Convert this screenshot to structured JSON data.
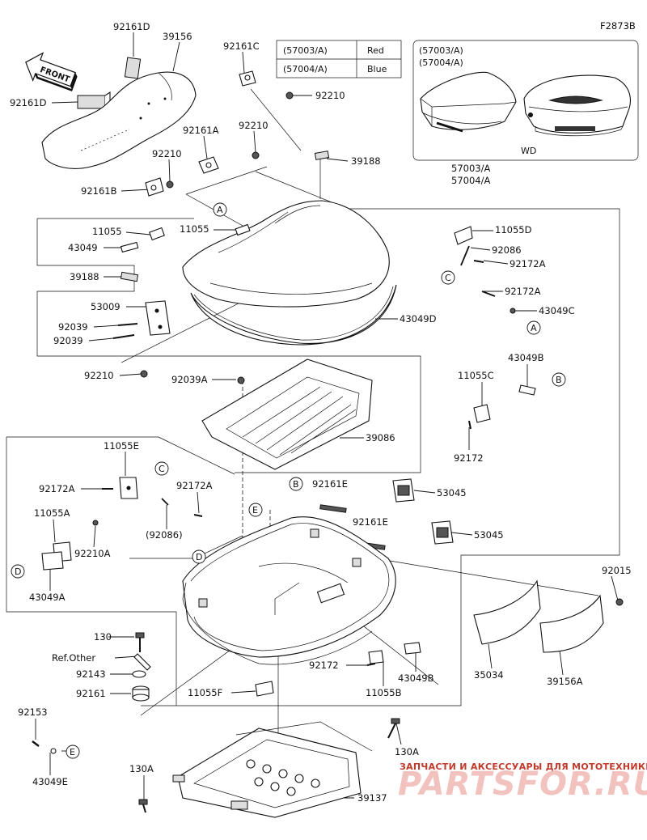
{
  "figure_id": "F2873B",
  "front_label": "FRONT",
  "color_table": [
    {
      "code": "(57003/A)",
      "color": "Red"
    },
    {
      "code": "(57004/A)",
      "color": "Blue"
    }
  ],
  "inset": {
    "code1": "(57003/A)",
    "code2": "(57004/A)",
    "caption": "WD"
  },
  "labels": {
    "p92161D_a": "92161D",
    "p39156": "39156",
    "p92161D_b": "92161D",
    "p92161C": "92161C",
    "p92210_a": "92210",
    "p92161A": "92161A",
    "p92210_b": "92210",
    "p92210_c": "92210",
    "p92161B": "92161B",
    "p39188_a": "39188",
    "p57003A": "57003/A",
    "p57004A": "57004/A",
    "p11055_a": "11055",
    "p11055_b": "11055",
    "p43049": "43049",
    "p11055D": "11055D",
    "p92086": "92086",
    "p92172A_a": "92172A",
    "p39188_b": "39188",
    "p92172A_b": "92172A",
    "p53009": "53009",
    "p43049C": "43049C",
    "p92039_a": "92039",
    "p92039_b": "92039",
    "p43049D": "43049D",
    "p92210_d": "92210",
    "p92039A": "92039A",
    "p43049B_a": "43049B",
    "p11055C": "11055C",
    "p39086": "39086",
    "p92172_a": "92172",
    "p11055E": "11055E",
    "p92172A_c": "92172A",
    "p92172A_d": "92172A",
    "p92086_paren": "(92086)",
    "p92161E_a": "92161E",
    "p53045_a": "53045",
    "p92161E_b": "92161E",
    "p53045_b": "53045",
    "p11055A": "11055A",
    "p92210A": "92210A",
    "p43049A": "43049A",
    "p92015": "92015",
    "p130": "130",
    "pRefOther": "Ref.Other",
    "p92143": "92143",
    "p92161": "92161",
    "p92172_b": "92172",
    "p43049B_b": "43049B",
    "p11055B": "11055B",
    "p35034": "35034",
    "p39156A": "39156A",
    "p11055F": "11055F",
    "p92153": "92153",
    "p130A_a": "130A",
    "p130A_b": "130A",
    "p43049E": "43049E",
    "p39137": "39137"
  },
  "callouts": {
    "A1": "A",
    "A2": "A",
    "B1": "B",
    "B2": "B",
    "C1": "C",
    "C2": "C",
    "D1": "D",
    "D2": "D",
    "E1": "E",
    "E2": "E"
  },
  "watermark": {
    "line1": "ЗАПЧАСТИ И АКСЕССУАРЫ ДЛЯ МОТОТЕХНИКИ",
    "line2": "PARTSFOR.RU"
  }
}
